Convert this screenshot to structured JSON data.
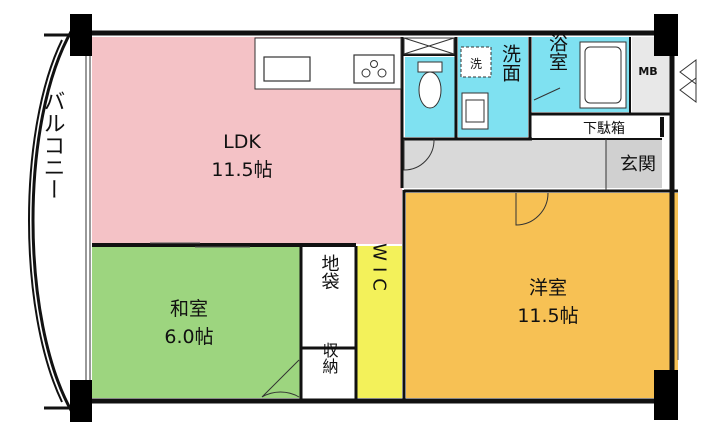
{
  "rooms": {
    "ldk": {
      "name": "LDK",
      "size": "11.5帖",
      "color": "#f4c2c6"
    },
    "washitsu": {
      "name": "和室",
      "size": "6.0帖",
      "color": "#9dd57f"
    },
    "yoshitsu": {
      "name": "洋室",
      "size": "11.5帖",
      "color": "#f7c154"
    },
    "wic": {
      "name": "WIC",
      "color": "#f3f15a"
    },
    "senmen": {
      "name": "洗面",
      "color": "#7fe1f1"
    },
    "yokushitsu": {
      "name": "浴室",
      "color": "#7fe1f1"
    },
    "toilet": {
      "color": "#7fe1f1"
    },
    "genkan": {
      "name": "玄関",
      "color": "#d9d9d9"
    },
    "getabako": {
      "name": "下駄箱"
    },
    "jibukuro": {
      "name": "地袋"
    },
    "shuno": {
      "name": "収納"
    },
    "balcony": {
      "name": "バルコニー"
    }
  },
  "labels": {
    "washing_machine": "洗",
    "mb": "MB"
  },
  "colors": {
    "wall": "#111111",
    "column": "#000000",
    "line": "#333333"
  }
}
